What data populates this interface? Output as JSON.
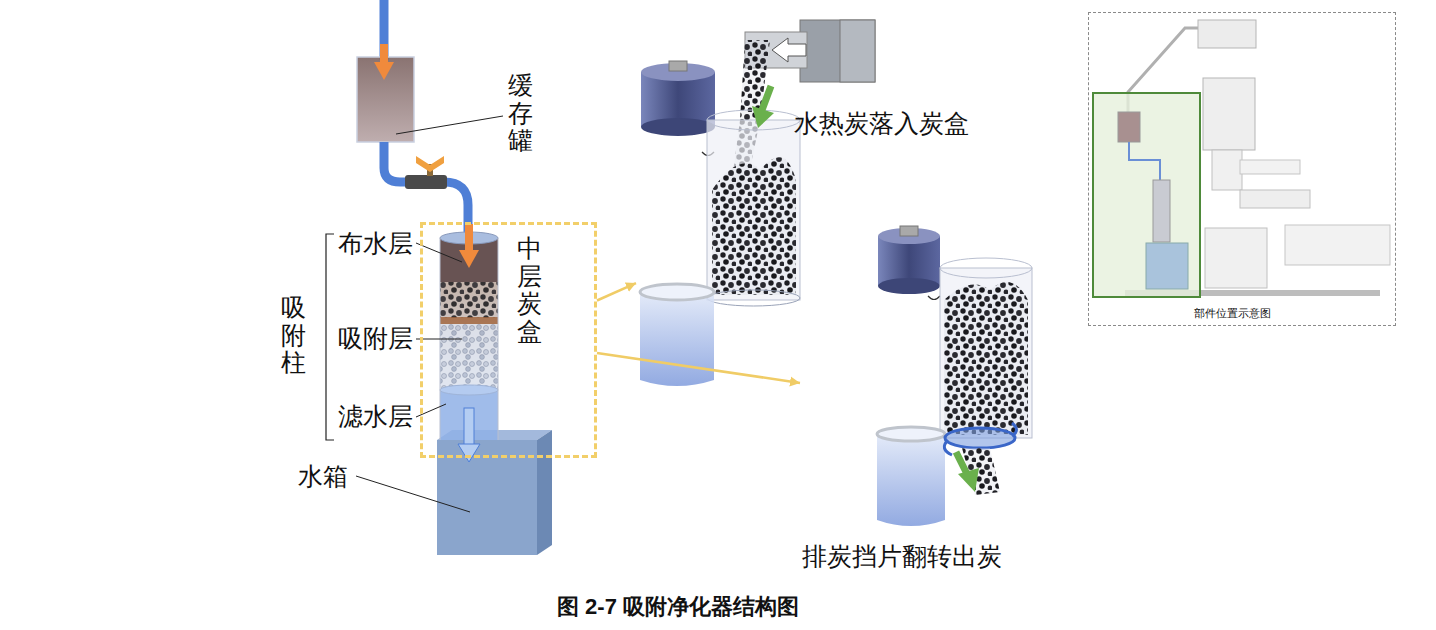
{
  "diagram": {
    "caption": "图 2-7 吸附净化器结构图",
    "nodes": [
      {
        "text": [
          "中层炭盒"
        ]
      },
      {
        "text": [
          "水热炭落入炭盒"
        ]
      },
      {
        "text": [
          "排炭挡片翻转出炭"
        ]
      },
      {
        "text": [
          "部件位置示意图"
        ]
      }
    ],
    "edges": [
      {
        "from": 0,
        "to": 1,
        "arrow": "to"
      },
      {
        "from": 0,
        "to": 2,
        "arrow": "to"
      }
    ],
    "labels": [
      "缓存罐",
      "布水层",
      "吸附层",
      "滤水层",
      "吸附柱",
      "水箱"
    ]
  }
}
